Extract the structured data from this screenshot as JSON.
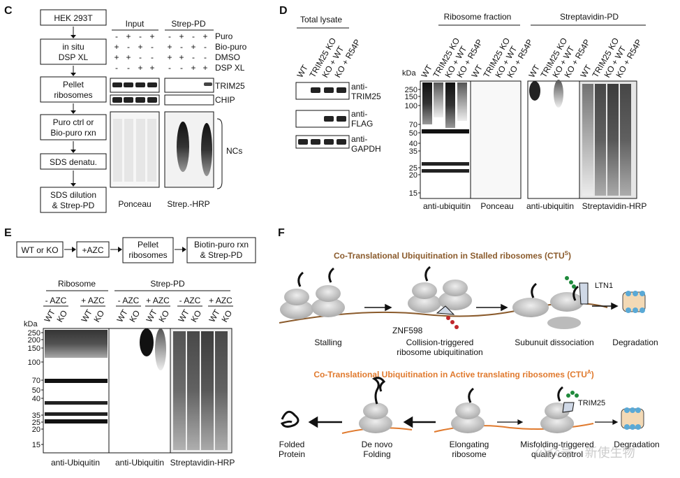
{
  "panels": {
    "c": "C",
    "d": "D",
    "e": "E",
    "f": "F"
  },
  "c": {
    "flow": [
      "HEK 293T",
      "in situ",
      "DSP XL",
      "Pellet",
      "ribosomes",
      "Puro ctrl or",
      "Bio-puro rxn",
      "SDS denatu.",
      "SDS dilution",
      "& Strep-PD"
    ],
    "input_title": "Input",
    "strep_title": "Strep-PD",
    "rows": [
      {
        "label": "Puro",
        "signs": [
          "-",
          "+",
          "-",
          "+",
          "-",
          "+",
          "-",
          "+"
        ]
      },
      {
        "label": "Bio-puro",
        "signs": [
          "+",
          "-",
          "+",
          "-",
          "+",
          "-",
          "+",
          "-"
        ]
      },
      {
        "label": "DMSO",
        "signs": [
          "+",
          "+",
          "-",
          "-",
          "+",
          "+",
          "-",
          "-"
        ]
      },
      {
        "label": "DSP XL",
        "signs": [
          "-",
          "-",
          "+",
          "+",
          "-",
          "-",
          "+",
          "+"
        ]
      }
    ],
    "blot_labels": {
      "trim25": "TRIM25",
      "chip": "CHIP",
      "ncs": "NCs"
    },
    "bottom": {
      "ponceau": "Ponceau",
      "strep_hrp": "Strep.-HRP"
    }
  },
  "d": {
    "total_lysate": "Total lysate",
    "lanes_lysate": [
      "WT",
      "TRIM25 KO",
      "KO + WT",
      "KO + R54P"
    ],
    "blots": [
      "anti-",
      "TRIM25",
      "anti-",
      "FLAG",
      "anti-",
      "GAPDH"
    ],
    "ribo_title": "Ribosome fraction",
    "strep_title": "Streptavidin-PD",
    "lanes": [
      "WT",
      "TRIM25 KO",
      "KO + WT",
      "KO + R54P"
    ],
    "kda": "kDa",
    "markers": [
      "250",
      "150",
      "100",
      "70",
      "50",
      "40",
      "35",
      "25",
      "20",
      "15"
    ],
    "bottom": [
      "anti-ubiquitin",
      "Ponceau",
      "anti-ubiquitin",
      "Streptavidin-HRP"
    ]
  },
  "e": {
    "flow": [
      "WT or KO",
      "+AZC",
      "Pellet",
      "ribosomes",
      "Biotin-puro rxn",
      "& Strep-PD"
    ],
    "ribosome": "Ribosome",
    "strep_pd": "Strep-PD",
    "azc": [
      "- AZC",
      "+ AZC",
      "- AZC",
      "+ AZC",
      "- AZC",
      "+ AZC"
    ],
    "lanes": [
      "WT",
      "KO"
    ],
    "kda": "kDa",
    "markers": [
      "250",
      "200",
      "150",
      "100",
      "70",
      "50",
      "40",
      "35",
      "25",
      "20",
      "15"
    ],
    "bottom": [
      "anti-Ubiquitin",
      "anti-Ubiquitin",
      "Streptavidin-HRP"
    ]
  },
  "f": {
    "title1": "Co-Translational Ubiquitination in Stalled ribosomes (CTU",
    "title1_sup": "S",
    "title2": "Co-Translational Ubiquitination in Active translating ribosomes (CTU",
    "title2_sup": "A",
    "close": ")",
    "ltn1": "LTN1",
    "znf598": "ZNF598",
    "trim25": "TRIM25",
    "steps1": [
      "Stalling",
      "Collision-triggered",
      "ribosome ubiquitination",
      "Subunuit dissociation",
      "Degradation"
    ],
    "steps2": [
      "Folded",
      "Protein",
      "De novo",
      "Folding",
      "Elongating",
      "ribosome",
      "Misfolding-triggered",
      "quality control",
      "Degradation"
    ],
    "watermark": "公众号 · 新使生物"
  },
  "colors": {
    "brown": "#8a5a2b",
    "orange": "#e07a2e",
    "green": "#1f8a3b",
    "red": "#c0272d"
  }
}
